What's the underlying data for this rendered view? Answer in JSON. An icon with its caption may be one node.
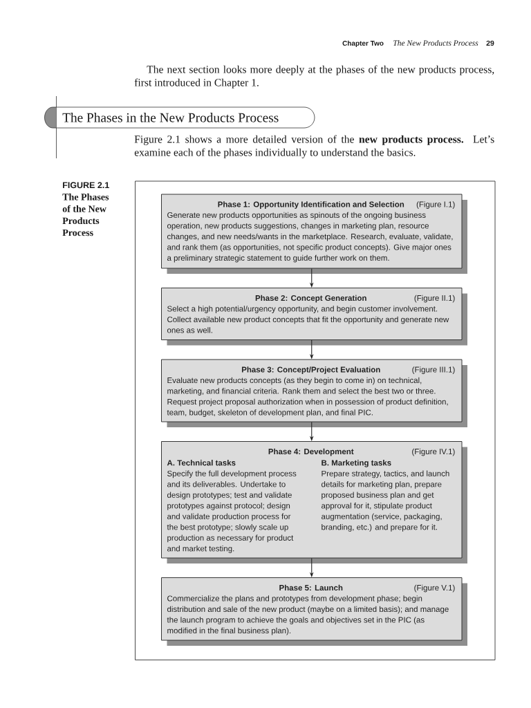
{
  "diagram": {
    "title": "The Phases in the New Products Process",
    "caption": "The Phases of the New Products Process",
    "nodes": [
      {
        "text": [
          "Phase 1: Opportunity Identification and Selection",
          "(Figure I.1)",
          "Generate new products opportunities as spinouts of the ongoing business operation, new products suggestions, changes in marketing plan, resource changes, and new needs/wants in the marketplace. Research, evaluate, validate, and rank them (as opportunities, not specific product concepts). Give major ones a preliminary strategic statement to guide further work on them."
        ]
      },
      {
        "text": [
          "Phase 2: Concept Generation",
          "(Figure II.1)",
          "Select a high potential/urgency opportunity, and begin customer involvement. Collect available new product concepts that fit the opportunity and generate new ones as well."
        ]
      },
      {
        "text": [
          "Phase 3: Concept/Project Evaluation",
          "(Figure III.1)",
          "Evaluate new products concepts (as they begin to come in) on technical, marketing, and financial criteria. Rank them and select the best two or three. Request project proposal authorization when in possession of product definition, team, budget, skeleton of development plan, and final PIC."
        ]
      },
      {
        "text": [
          "Phase 4: Development",
          "(Figure IV.1)",
          "A. Technical tasks",
          "Specify the full development process and its deliverables. Undertake to design prototypes; test and validate prototypes against protocol; design and validate production process for the best prototype; slowly scale up production as necessary for product and market testing.",
          "B. Marketing tasks",
          "Prepare strategy, tactics, and launch details for marketing plan, prepare proposed business plan and get approval for it, stipulate product augmentation (service, packaging, branding, etc.) and prepare for it."
        ]
      },
      {
        "text": [
          "Phase 5: Launch",
          "(Figure V.1)",
          "Commercialize the plans and prototypes from development phase; begin distribution and sale of the new product (maybe on a limited basis); and manage the launch program to achieve the goals and objectives set in the PIC (as modified in the final business plan)."
        ]
      }
    ],
    "edges": [
      {
        "from": 0,
        "to": 1,
        "arrow": "to"
      },
      {
        "from": 1,
        "to": 2,
        "arrow": "to"
      },
      {
        "from": 2,
        "to": 3,
        "arrow": "to"
      },
      {
        "from": 3,
        "to": 4,
        "arrow": "to"
      }
    ],
    "labels": [
      "Chapter Two",
      "The New Products Process",
      "29",
      "The next section looks more deeply at the phases of the new products process, first introduced in Chapter 1.",
      "Figure 2.1 shows a more detailed version of the **new products process.** Let’s examine each of the phases individually to understand the basics.",
      "FIGURE 2.1"
    ]
  }
}
